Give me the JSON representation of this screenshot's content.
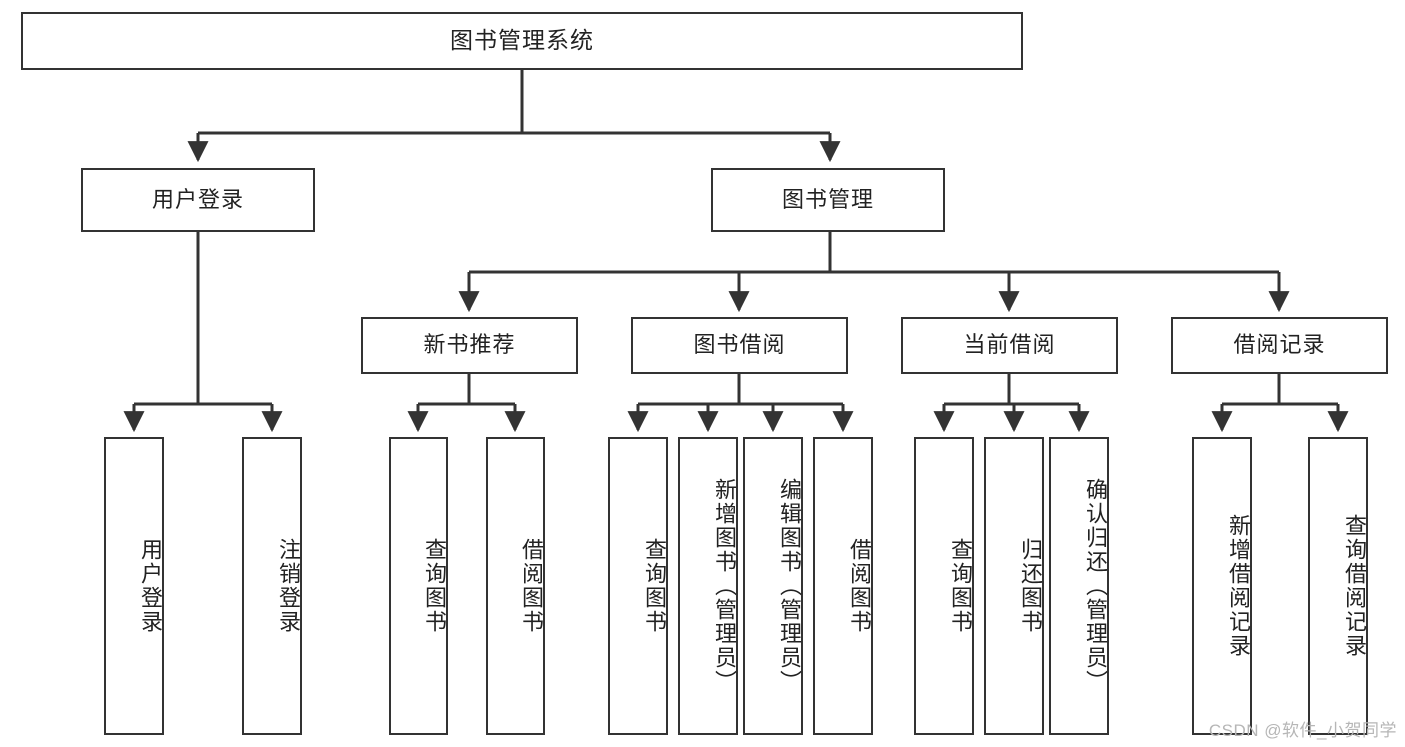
{
  "diagram": {
    "title": "图书管理系统",
    "type": "tree",
    "watermark": "CSDN @软件_小贺同学",
    "colors": {
      "box_border": "#333333",
      "box_fill": "#ffffff",
      "edge": "#333333",
      "text": "#222222",
      "watermark": "#b6b6b6",
      "background": "#ffffff"
    },
    "levels": {
      "level0": [
        {
          "id": "root",
          "label": "图书管理系统"
        }
      ],
      "level1": [
        {
          "id": "user-login",
          "label": "用户登录"
        },
        {
          "id": "book-manage",
          "label": "图书管理"
        }
      ],
      "level2": [
        {
          "id": "new-book-rec",
          "label": "新书推荐"
        },
        {
          "id": "book-borrow",
          "label": "图书借阅"
        },
        {
          "id": "current-borrow",
          "label": "当前借阅"
        },
        {
          "id": "borrow-record",
          "label": "借阅记录"
        }
      ],
      "leaves": {
        "user_login": [
          {
            "id": "leaf-user-login",
            "label": "用户登录"
          },
          {
            "id": "leaf-logout-login",
            "label": "注销登录"
          }
        ],
        "new_book_rec": [
          {
            "id": "leaf-query-book-1",
            "label": "查询图书"
          },
          {
            "id": "leaf-borrow-book-1",
            "label": "借阅图书"
          }
        ],
        "book_borrow": [
          {
            "id": "leaf-query-book-2",
            "label": "查询图书"
          },
          {
            "id": "leaf-add-book",
            "label": "新增图书（管理员）"
          },
          {
            "id": "leaf-edit-book",
            "label": "编辑图书（管理员）"
          },
          {
            "id": "leaf-borrow-book-2",
            "label": "借阅图书"
          }
        ],
        "current_borrow": [
          {
            "id": "leaf-query-book-3",
            "label": "查询图书"
          },
          {
            "id": "leaf-return-book",
            "label": "归还图书"
          },
          {
            "id": "leaf-confirm-return",
            "label": "确认归还（管理员）"
          }
        ],
        "borrow_record": [
          {
            "id": "leaf-add-record",
            "label": "新增借阅记录"
          },
          {
            "id": "leaf-query-record",
            "label": "查询借阅记录"
          }
        ]
      }
    }
  }
}
